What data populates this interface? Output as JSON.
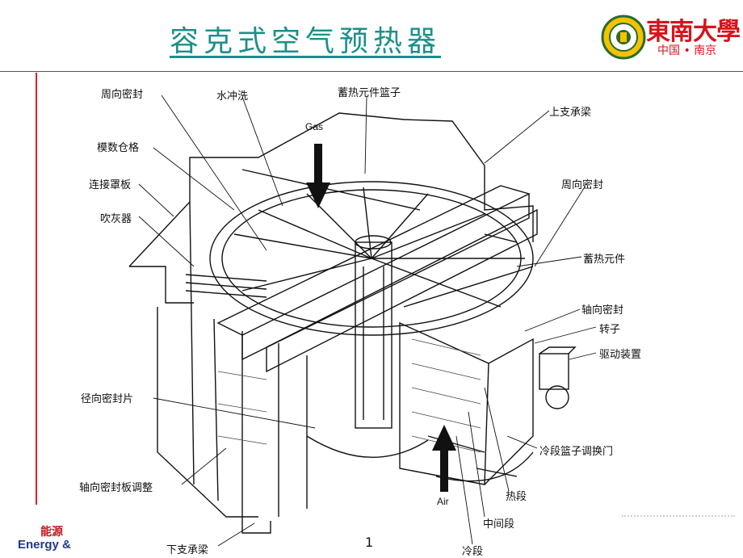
{
  "header": {
    "title": "容克式空气预热器",
    "university_name": "東南大學",
    "university_location": "中国 • 南京"
  },
  "diagram": {
    "flow_labels": {
      "gas": "Gas",
      "air": "Air"
    },
    "left_labels": [
      "周向密封",
      "模数仓格",
      "连接罩板",
      "吹灰器",
      "径向密封片",
      "轴向密封板调整"
    ],
    "top_labels": [
      "水冲洗",
      "蓄热元件篮子"
    ],
    "right_labels": [
      "上支承梁",
      "周向密封",
      "蓄热元件",
      "轴向密封",
      "转子",
      "驱动装置",
      "冷段篮子调换门"
    ],
    "bottom_labels": [
      "热段",
      "中间段",
      "冷段",
      "下支承梁"
    ]
  },
  "footer": {
    "org_partial": "能源",
    "org_en_partial": "Energy &",
    "page_number": "1"
  }
}
